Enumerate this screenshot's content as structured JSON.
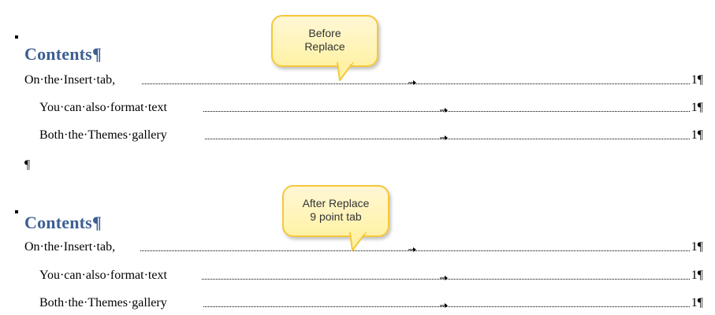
{
  "before": {
    "callout": {
      "line1": "Before",
      "line2": "Replace"
    },
    "heading": "Contents",
    "pilcrow": "¶",
    "rows": [
      {
        "text": "On·the·Insert·tab,",
        "page": "1¶"
      },
      {
        "text": "You·can·also·format·text",
        "page": "1¶"
      },
      {
        "text": "Both·the·Themes·gallery",
        "page": "1¶"
      }
    ],
    "empty_paragraph": "¶"
  },
  "after": {
    "callout": {
      "line1": "After Replace",
      "line2": "9 point tab"
    },
    "heading": "Contents",
    "pilcrow": "¶",
    "rows": [
      {
        "text": "On·the·Insert·tab,",
        "page": "1¶"
      },
      {
        "text": "You·can·also·format·text",
        "page": "1¶"
      },
      {
        "text": "Both·the·Themes·gallery",
        "page": "1¶"
      }
    ]
  },
  "colors": {
    "heading": "#3d5f92",
    "callout_fill": "#fff2a6",
    "callout_border": "#f5c83a"
  }
}
